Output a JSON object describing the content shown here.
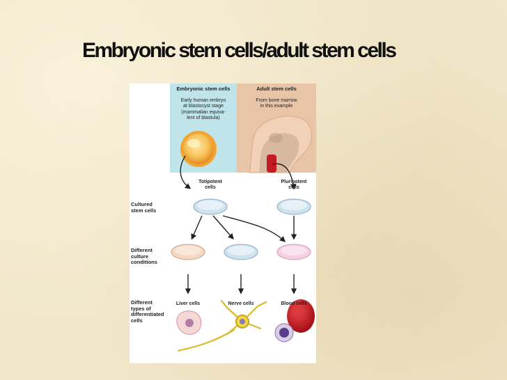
{
  "slide": {
    "title": "Embryonic stem cells/adult stem cells"
  },
  "figure": {
    "embryonic": {
      "header": "Embryonic stem cells",
      "description": [
        "Early human embryo",
        "at blastocyst stage",
        "(mammalian equiva-",
        "lent of blastula)"
      ],
      "potency": [
        "Totipotent",
        "cells"
      ]
    },
    "adult": {
      "header": "Adult stem cells",
      "description": [
        "From bone marrow",
        "in this example"
      ],
      "potency": [
        "Pluripotent",
        "cells"
      ]
    },
    "row_labels": {
      "cultured": [
        "Cultured",
        "stem cells"
      ],
      "culture_conditions": [
        "Different",
        "culture",
        "conditions"
      ],
      "differentiated": [
        "Different",
        "types of",
        "differentiated",
        "cells"
      ]
    },
    "cell_types": {
      "liver": "Liver cells",
      "nerve": "Nerve cells",
      "blood": "Blood cells"
    },
    "colors": {
      "panel_bg": "#bfe4ea",
      "dish_blue": "#cfe3ee",
      "dish_peach": "#f4d8c4",
      "dish_pink": "#f5cfe0",
      "blastocyst": "#f2a93b",
      "blood_red": "#c4141c",
      "bone": "#e9bd9d"
    }
  }
}
